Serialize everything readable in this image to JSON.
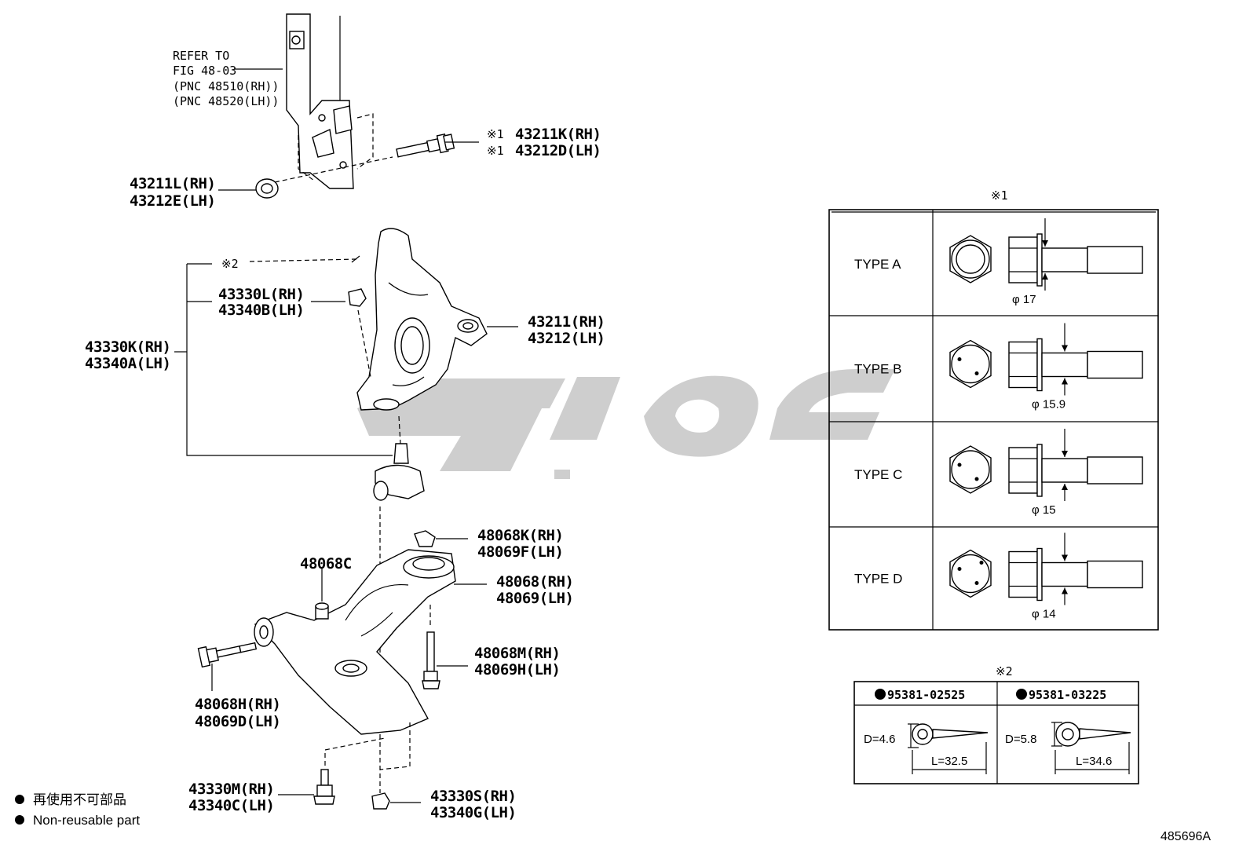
{
  "figure_id": "485696A",
  "legend": {
    "chinese": "再使用不可部品",
    "english": "Non-reusable part"
  },
  "refer": {
    "line1": "REFER TO",
    "line2": "FIG 48-03",
    "line3": "(PNC 48510(RH))",
    "line4": "(PNC 48520(LH))"
  },
  "callouts": {
    "bolt_top_rh": "43211K(RH)",
    "bolt_top_lh": "43212D(LH)",
    "bolt_top_mark": "※1",
    "nut_top_rh": "43211L(RH)",
    "nut_top_lh": "43212E(LH)",
    "pin_mark": "※2",
    "nut_ball_rh": "43330L(RH)",
    "nut_ball_lh": "43340B(LH)",
    "ball_joint_rh": "43330K(RH)",
    "ball_joint_lh": "43340A(LH)",
    "knuckle_rh": "43211(RH)",
    "knuckle_lh": "43212(LH)",
    "arm_nut_rh": "48068K(RH)",
    "arm_nut_lh": "48069F(LH)",
    "bushing": "48068C",
    "arm_rh": "48068(RH)",
    "arm_lh": "48069(LH)",
    "arm_bolt_rear_rh": "48068M(RH)",
    "arm_bolt_rear_lh": "48069H(LH)",
    "arm_bolt_front_rh": "48068H(RH)",
    "arm_bolt_front_lh": "48069D(LH)",
    "joint_bolt_rh": "43330M(RH)",
    "joint_bolt_lh": "43340C(LH)",
    "joint_nut_rh": "43330S(RH)",
    "joint_nut_lh": "43340G(LH)"
  },
  "table1": {
    "mark": "※1",
    "rows": [
      {
        "type": "TYPE A",
        "dim": "φ 17",
        "dots": 0
      },
      {
        "type": "TYPE B",
        "dim": "φ 15.9",
        "dots": 2
      },
      {
        "type": "TYPE C",
        "dim": "φ 15",
        "dots": 2
      },
      {
        "type": "TYPE D",
        "dim": "φ 14",
        "dots": 3
      }
    ]
  },
  "table2": {
    "mark": "※2",
    "cols": [
      {
        "part": "95381-02525",
        "d": "D=4.6",
        "l": "L=32.5"
      },
      {
        "part": "95381-03225",
        "d": "D=5.8",
        "l": "L=34.6"
      }
    ]
  }
}
